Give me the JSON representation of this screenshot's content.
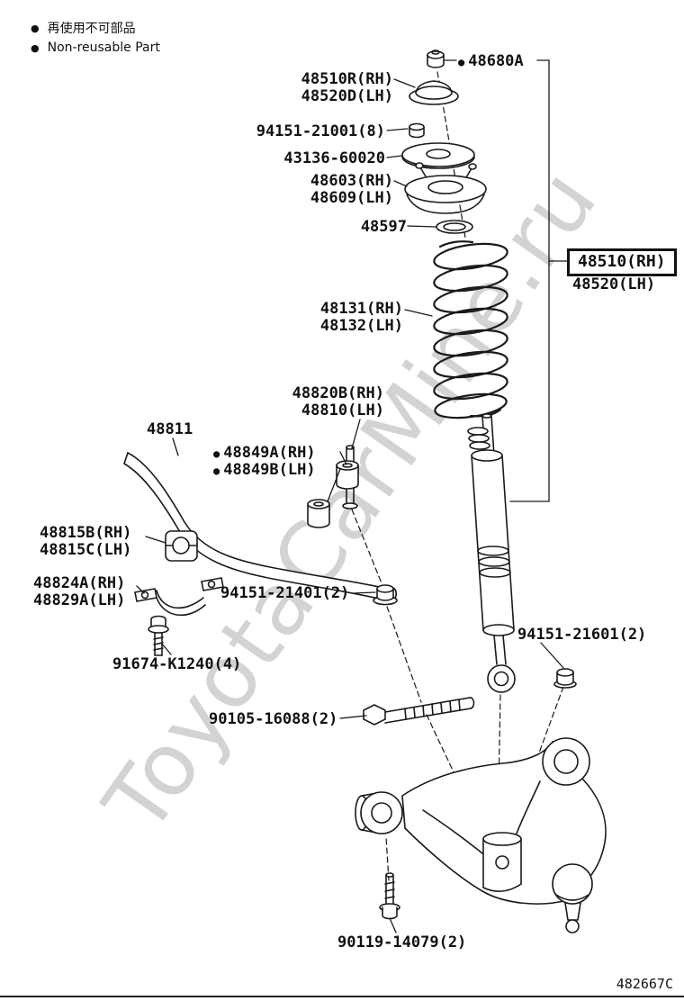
{
  "legend": {
    "bullet": "●",
    "jp": "再使用不可部品",
    "en": "Non-reusable Part"
  },
  "watermark": "ToyotaCarMine.ru",
  "doc_code": "482667C",
  "labels": {
    "support_cap_rh": "48510R(RH)",
    "support_cap_lh": "48520D(LH)",
    "upper_nut": "94151-21001(8)",
    "seat_washer": "43136-60020",
    "support_rh": "48603(RH)",
    "support_lh": "48609(LH)",
    "spring_ring": "48597",
    "top_nut_bullet": "●",
    "top_nut": "48680A",
    "shock_assy_rh": "48510(RH)",
    "shock_assy_lh": "48520(LH)",
    "coil_spring_rh": "48131(RH)",
    "coil_spring_lh": "48132(LH)",
    "stab_link_rh": "48820B(RH)",
    "stab_link_lh": "48810(LH)",
    "stab_bar": "48811",
    "link_bushing_bullet": "●",
    "link_bushing_rh": "48849A(RH)",
    "link_bushing_lh": "48849B(LH)",
    "bar_bushing_rh": "48815B(RH)",
    "bar_bushing_lh": "48815C(LH)",
    "bar_bracket_rh": "48824A(RH)",
    "bar_bracket_lh": "48829A(LH)",
    "link_nut": "94151-21401(2)",
    "bracket_bolt": "91674-K1240(4)",
    "shock_lower_nut": "94151-21601(2)",
    "arm_rear_bolt": "90105-16088(2)",
    "arm_front_bolt": "90119-14079(2)"
  }
}
